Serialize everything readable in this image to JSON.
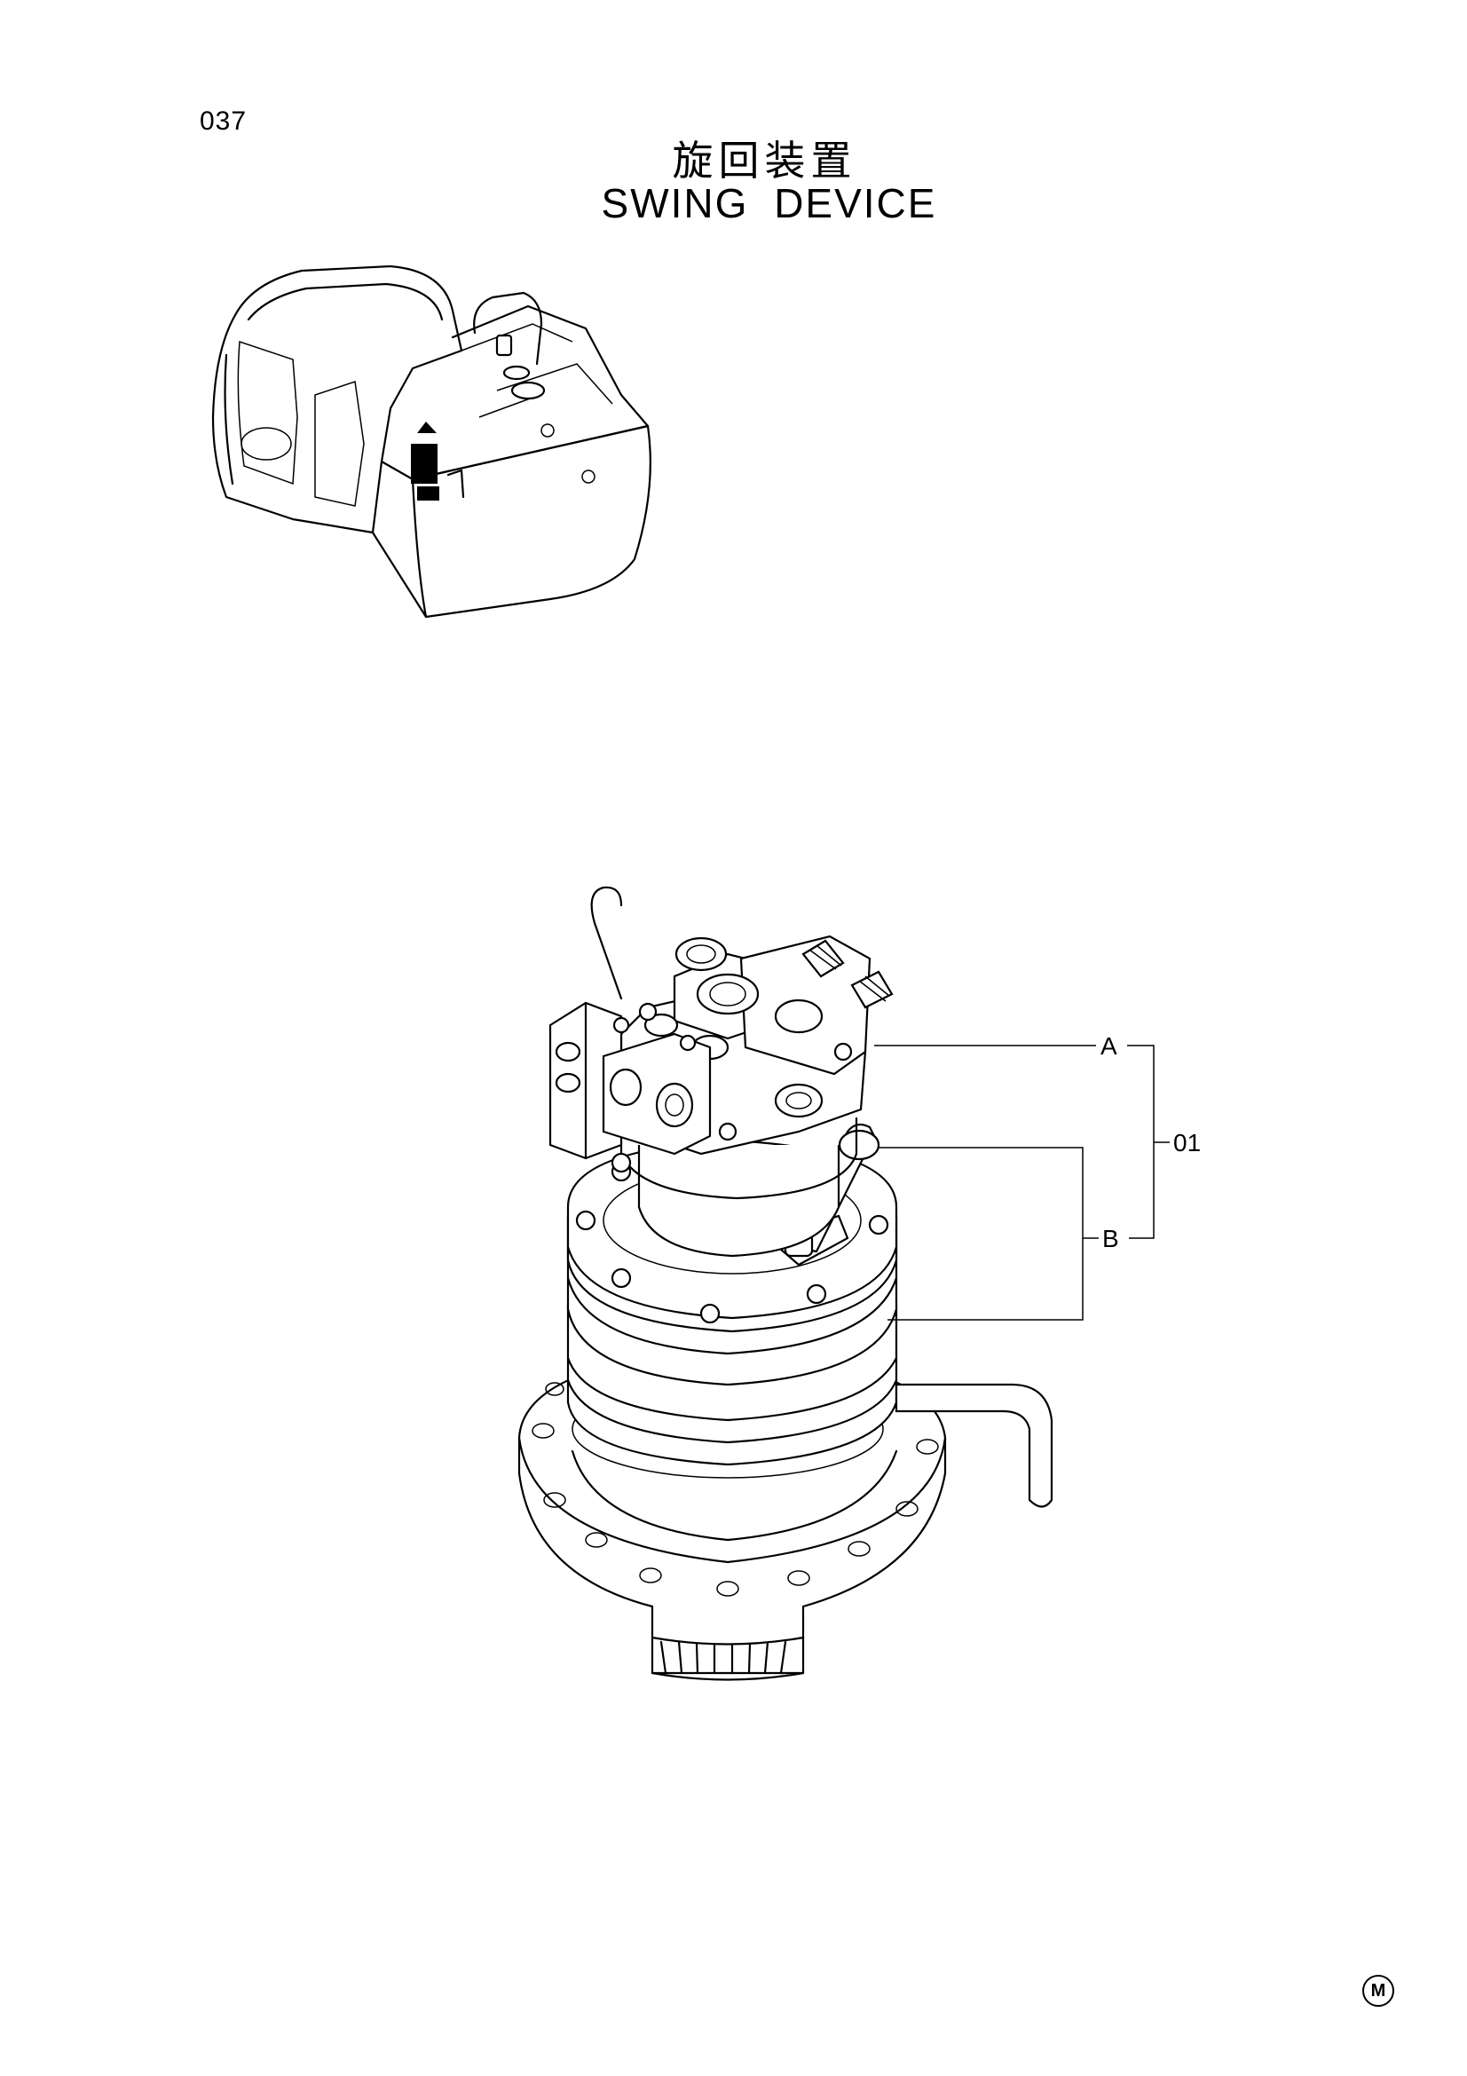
{
  "page": {
    "number": "037",
    "title_jp": "旋回装置",
    "title_en": "SWING  DEVICE",
    "corner_mark": "M"
  },
  "callouts": {
    "a": "A",
    "b": "B",
    "assembly": "01"
  }
}
